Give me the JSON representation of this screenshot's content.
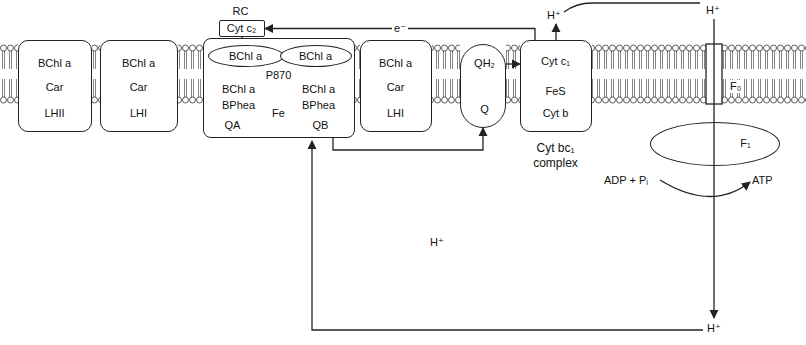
{
  "diagram": {
    "nodes": [
      {
        "text": [
          "BChl a",
          "Car",
          "LHII"
        ]
      },
      {
        "text": [
          "BChl a",
          "Car",
          "LHI"
        ]
      },
      {
        "text": [
          "RC",
          "P870",
          "BChl a",
          "BChl a",
          "BPhea",
          "BPhea",
          "QA",
          "Fe",
          "QB"
        ]
      },
      {
        "text": [
          "Cyt c₂"
        ],
        "in": 2
      },
      {
        "text": [
          "BChl a"
        ],
        "in": 2
      },
      {
        "text": [
          "BChl a"
        ],
        "in": 2
      },
      {
        "text": [
          "BChl a",
          "Car",
          "LHI"
        ]
      },
      {
        "text": [
          "QH₂",
          "Q"
        ]
      },
      {
        "text": [
          "Cyt c₁",
          "FeS",
          "Cyt b",
          "Cyt bc₁ complex"
        ]
      },
      {
        "text": [
          "F₁"
        ]
      }
    ],
    "edges": [
      {
        "from": 8,
        "to": 3,
        "arrow": "to",
        "label": "e⁻"
      },
      {
        "from": 3,
        "to": 4,
        "arrow": "to"
      },
      {
        "from": 2,
        "to": 7,
        "arrow": "to"
      },
      {
        "from": 7,
        "to": 8,
        "arrow": "to"
      }
    ],
    "labels": [
      "H⁺",
      "H⁺",
      "F₀",
      "H⁺",
      "H⁺",
      "ADP + Pᵢ",
      "ATP"
    ]
  }
}
